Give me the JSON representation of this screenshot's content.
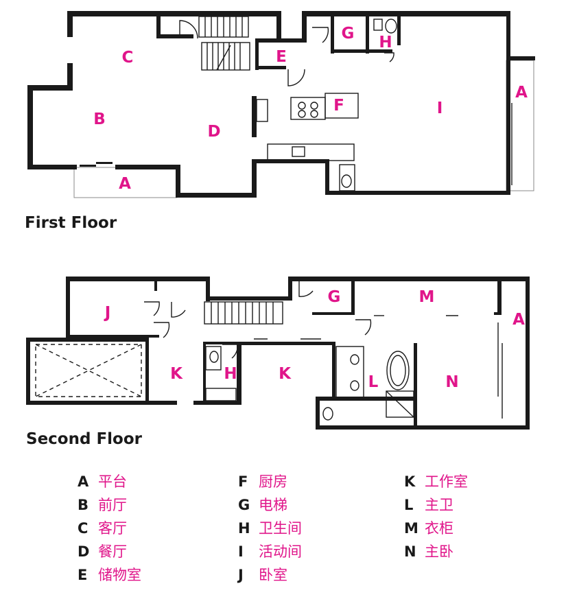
{
  "floors": [
    {
      "title": "First Floor",
      "rooms": [
        {
          "letter": "A"
        },
        {
          "letter": "A"
        },
        {
          "letter": "B"
        },
        {
          "letter": "C"
        },
        {
          "letter": "D"
        },
        {
          "letter": "E"
        },
        {
          "letter": "F"
        },
        {
          "letter": "G"
        },
        {
          "letter": "H"
        },
        {
          "letter": "I"
        }
      ]
    },
    {
      "title": "Second Floor",
      "rooms": [
        {
          "letter": "J"
        },
        {
          "letter": "G"
        },
        {
          "letter": "M"
        },
        {
          "letter": "A"
        },
        {
          "letter": "K"
        },
        {
          "letter": "H"
        },
        {
          "letter": "K"
        },
        {
          "letter": "L"
        },
        {
          "letter": "N"
        }
      ]
    }
  ],
  "legend": [
    {
      "letter": "A",
      "text": "平台"
    },
    {
      "letter": "B",
      "text": "前厅"
    },
    {
      "letter": "C",
      "text": "客厅"
    },
    {
      "letter": "D",
      "text": "餐厅"
    },
    {
      "letter": "E",
      "text": "储物室"
    },
    {
      "letter": "F",
      "text": "厨房"
    },
    {
      "letter": "G",
      "text": "电梯"
    },
    {
      "letter": "H",
      "text": "卫生间"
    },
    {
      "letter": "I",
      "text": "活动间"
    },
    {
      "letter": "J",
      "text": "卧室"
    },
    {
      "letter": "K",
      "text": "工作室"
    },
    {
      "letter": "L",
      "text": "主卫"
    },
    {
      "letter": "M",
      "text": "衣柜"
    },
    {
      "letter": "N",
      "text": "主卧"
    }
  ]
}
